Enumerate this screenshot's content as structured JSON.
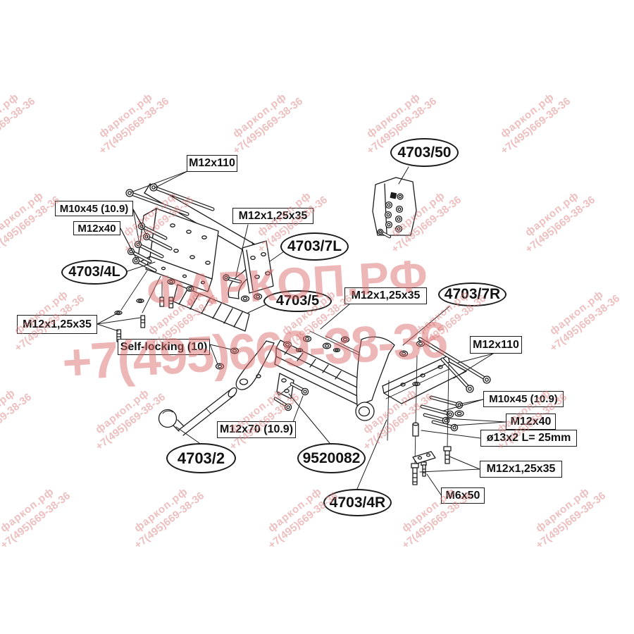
{
  "watermark": {
    "site": "фаркоп.рф",
    "phone": "+7(495)669-38-36",
    "big_site": "ФАРКОП.РФ",
    "big_phone": "+7(495)669-38-36",
    "small_color": "#dd8080",
    "big_color": "#db6868"
  },
  "diagram": {
    "title": "Towbar exploded assembly diagram",
    "parts": {
      "p4L": "4703/4L",
      "p7L": "4703/7L",
      "p50": "4703/50",
      "p5": "4703/5",
      "p7R": "4703/7R",
      "p2": "4703/2",
      "p9520082": "9520082",
      "p4R": "4703/4R"
    },
    "fasteners": {
      "m12x110": "M12x110",
      "m10x45": "M10x45 (10.9)",
      "m12x40": "M12x40",
      "m12x125x35": "M12x1,25x35",
      "self_locking": "Self-locking (10)",
      "m12x70": "M12x70 (10.9)",
      "spacer13": "ø13x2 L= 25mm",
      "m6x50": "M6x50"
    }
  }
}
